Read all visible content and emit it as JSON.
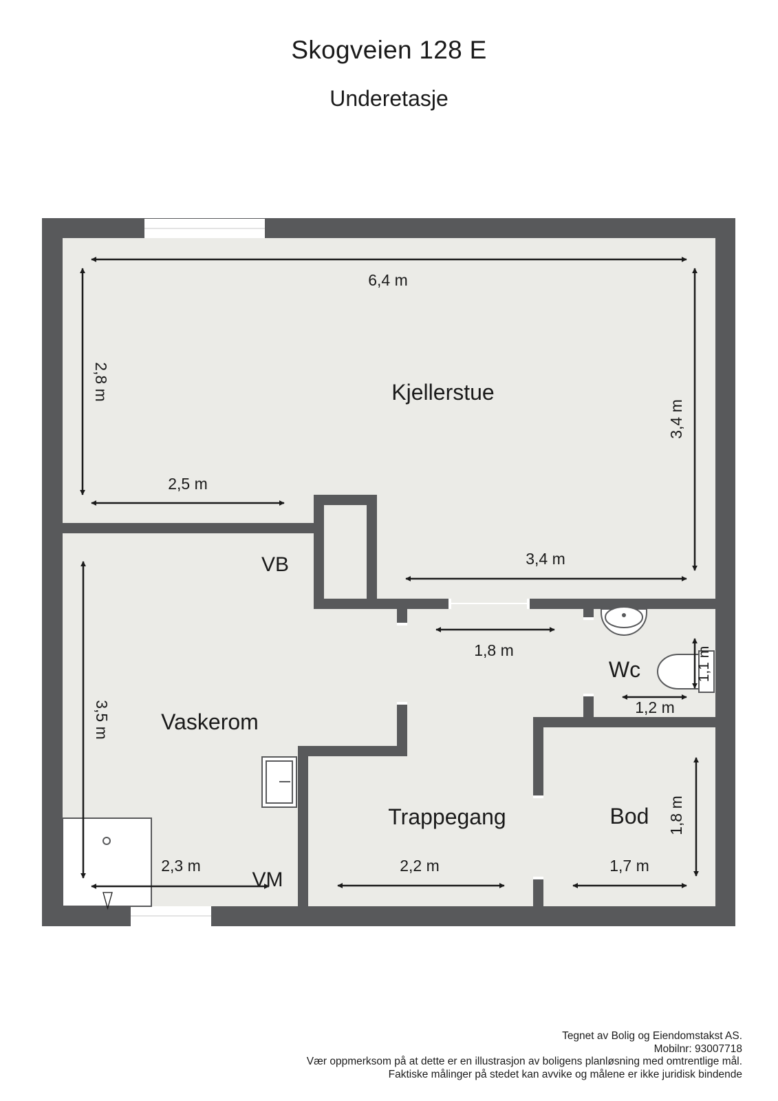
{
  "header": {
    "title": "Skogveien 128 E",
    "floor": "Underetasje"
  },
  "rooms": {
    "kjellerstue": "Kjellerstue",
    "vaskerom": "Vaskerom",
    "trappegang": "Trappegang",
    "wc": "Wc",
    "bod": "Bod"
  },
  "fixtures": {
    "vb": "VB",
    "vm": "VM"
  },
  "dimensions": {
    "kjellerstue_width_top": "6,4 m",
    "kjellerstue_height_left": "2,8 m",
    "kjellerstue_height_right": "3,4 m",
    "kjellerstue_width_lower_left": "2,5 m",
    "kjellerstue_width_lower_right": "3,4 m",
    "vaskerom_height": "3,5 m",
    "vaskerom_width": "2,3 m",
    "trappegang_width_top": "1,8 m",
    "trappegang_width_bottom": "2,2 m",
    "wc_width": "1,2 m",
    "wc_height": "1,1 m",
    "bod_width": "1,7 m",
    "bod_height": "1,8 m"
  },
  "footer": {
    "line1": "Tegnet av Bolig og Eiendomstakst AS.",
    "line2": "Mobilnr: 93007718",
    "line3": "Vær oppmerksom på at dette er en illustrasjon av boligens planløsning med omtrentlige mål.",
    "line4": "Faktiske målinger på stedet kan avvike og målene er ikke juridisk bindende"
  },
  "colors": {
    "wall": "#58595b",
    "floor": "#ebebe7",
    "window": "#ffffff",
    "ink": "#1a1a1a"
  }
}
